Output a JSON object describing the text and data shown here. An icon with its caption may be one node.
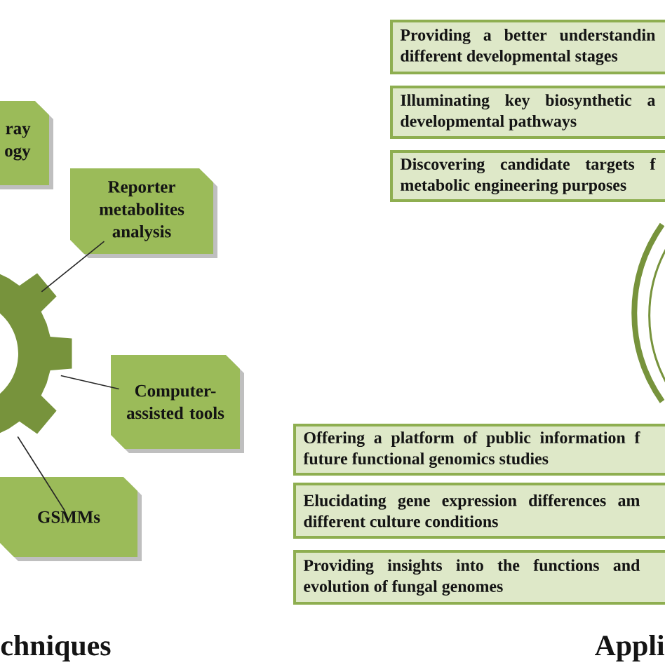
{
  "diagram": {
    "nodes": [
      {
        "text": [
          "ray ogy"
        ]
      },
      {
        "text": [
          "Reporter metabolites analysis"
        ]
      },
      {
        "text": [],
        "shape": "gear"
      },
      {
        "text": [
          "Computer- assisted tools"
        ]
      },
      {
        "text": [
          "GSMMs"
        ]
      },
      {
        "text": [
          "Providing a better understandin different developmental stages"
        ]
      },
      {
        "text": [
          "Illuminating key biosynthetic a developmental pathways"
        ]
      },
      {
        "text": [
          "Discovering candidate targets f metabolic engineering purposes"
        ]
      },
      {
        "text": [
          "Offering a platform of public information f future functional genomics studies"
        ]
      },
      {
        "text": [
          "Elucidating gene expression differences am different culture conditions"
        ]
      },
      {
        "text": [
          "Providing insights into the functions and evolution of fungal genomes"
        ]
      }
    ],
    "edges": [
      {
        "from": 2,
        "to": 1,
        "arrow": "none"
      },
      {
        "from": 2,
        "to": 3,
        "arrow": "none"
      },
      {
        "from": 2,
        "to": 4,
        "arrow": "none"
      }
    ],
    "labels": [
      "chniques",
      "Appli"
    ]
  }
}
